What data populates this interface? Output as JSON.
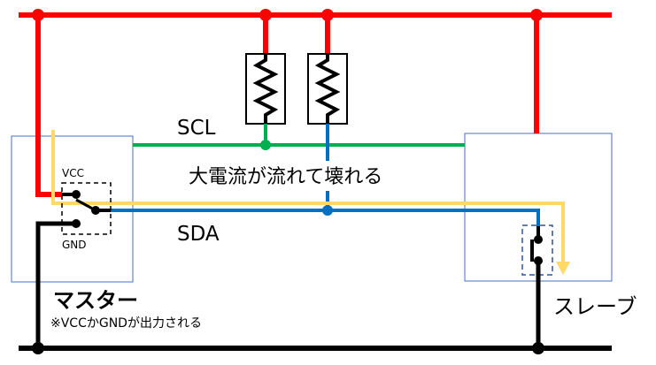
{
  "colors": {
    "vcc": "#ff0000",
    "gnd": "#000000",
    "scl": "#00b050",
    "sda": "#0070c0",
    "current_path": "#ffd966",
    "box_border": "#4472c4",
    "switch_box": "#2f5597"
  },
  "labels": {
    "scl": "SCL",
    "sda": "SDA",
    "warning": "大電流が流れて壊れる",
    "master": "マスター",
    "master_note": "※VCCかGNDが出力される",
    "slave": "スレーブ",
    "vcc": "VCC",
    "gnd": "GND"
  },
  "components": {
    "master_box": {
      "name": "マスター"
    },
    "slave_box": {
      "name": "スレーブ"
    },
    "pullup_resistors": [
      "scl-pullup",
      "sda-pullup"
    ]
  }
}
